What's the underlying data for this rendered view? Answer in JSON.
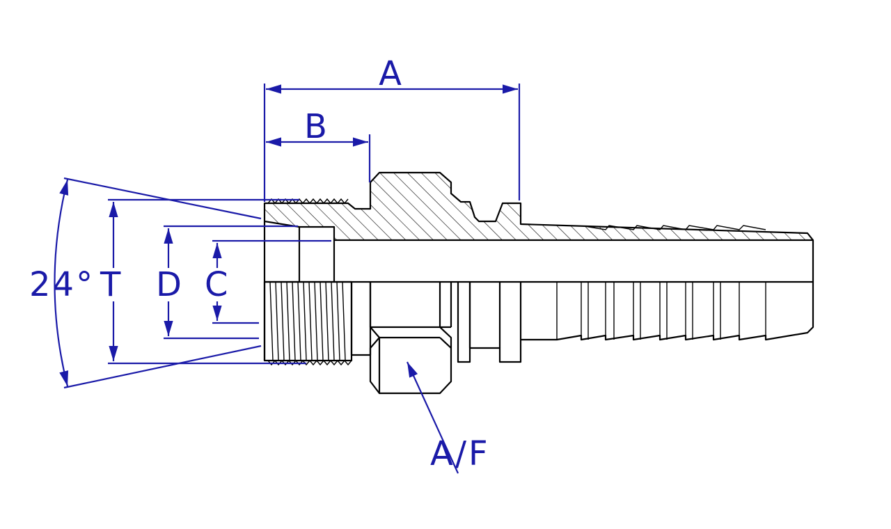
{
  "drawing": {
    "title": "Hydraulic hose fitting - 24° cone male, hose tail",
    "colors": {
      "dimension": "#1a1aa8",
      "part": "#000000",
      "background": "#ffffff"
    },
    "labels": {
      "a": "A",
      "b": "B",
      "angle": "24°",
      "t": "T",
      "d": "D",
      "c": "C",
      "af": "A/F"
    }
  }
}
